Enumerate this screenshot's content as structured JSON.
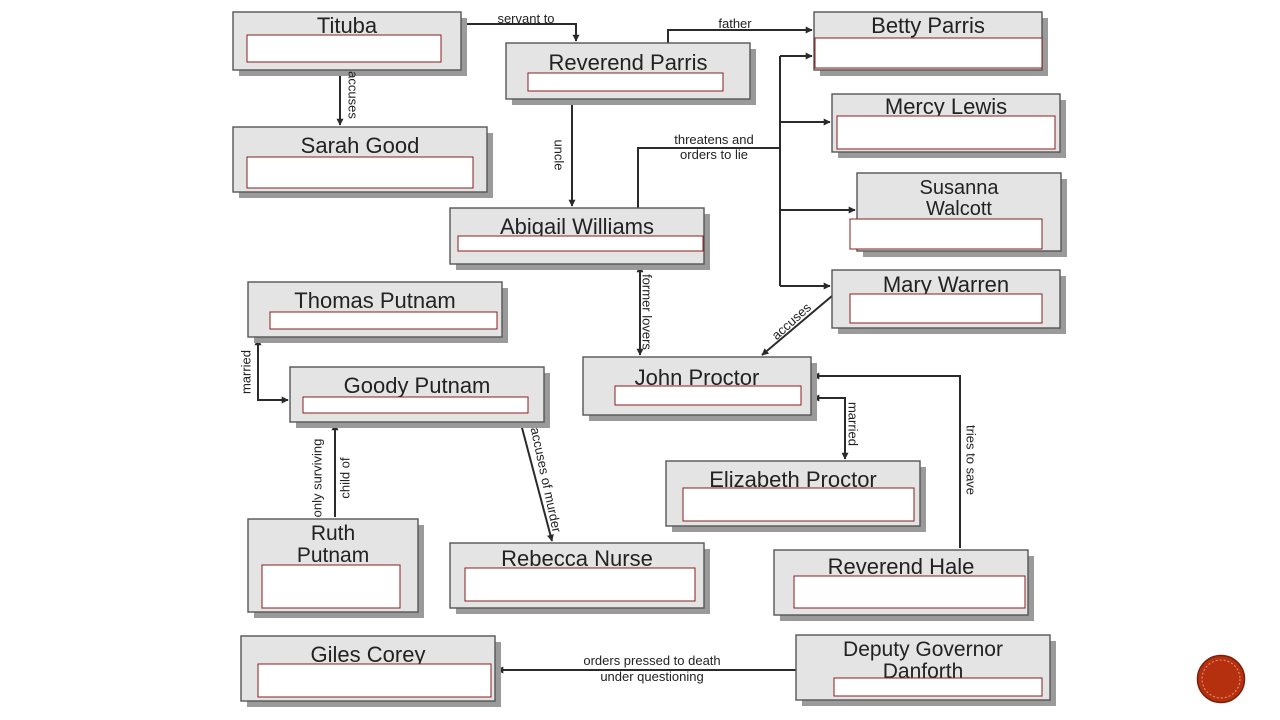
{
  "colors": {
    "node_fill": "#e4e4e4",
    "node_border": "#555555",
    "shadow": "#9a9a9a",
    "answer_box_border": "#8b1e1e",
    "edge": "#2a2a2a",
    "nav_button": "#b5300f"
  },
  "nodes": [
    {
      "id": "tituba",
      "lines": [
        "Tituba"
      ]
    },
    {
      "id": "reverend-parris",
      "lines": [
        "Reverend Parris"
      ]
    },
    {
      "id": "betty-parris",
      "lines": [
        "Betty Parris"
      ]
    },
    {
      "id": "mercy-lewis",
      "lines": [
        "Mercy Lewis"
      ]
    },
    {
      "id": "susanna-walcott",
      "lines": [
        "Susanna",
        "Walcott"
      ]
    },
    {
      "id": "mary-warren",
      "lines": [
        "Mary Warren"
      ]
    },
    {
      "id": "sarah-good",
      "lines": [
        "Sarah Good"
      ]
    },
    {
      "id": "abigail-williams",
      "lines": [
        "Abigail Williams"
      ]
    },
    {
      "id": "thomas-putnam",
      "lines": [
        "Thomas Putnam"
      ]
    },
    {
      "id": "goody-putnam",
      "lines": [
        "Goody Putnam"
      ]
    },
    {
      "id": "john-proctor",
      "lines": [
        "John Proctor"
      ]
    },
    {
      "id": "elizabeth-proctor",
      "lines": [
        "Elizabeth Proctor"
      ]
    },
    {
      "id": "ruth-putnam",
      "lines": [
        "Ruth",
        "Putnam"
      ]
    },
    {
      "id": "rebecca-nurse",
      "lines": [
        "Rebecca Nurse"
      ]
    },
    {
      "id": "reverend-hale",
      "lines": [
        "Reverend Hale"
      ]
    },
    {
      "id": "giles-corey",
      "lines": [
        "Giles Corey"
      ]
    },
    {
      "id": "deputy-governor-danforth",
      "lines": [
        "Deputy Governor",
        "Danforth"
      ]
    }
  ],
  "edges": [
    {
      "id": "tituba-parris",
      "from": "tituba",
      "to": "reverend-parris",
      "label": [
        "servant to"
      ]
    },
    {
      "id": "parris-betty",
      "from": "reverend-parris",
      "to": "betty-parris",
      "label": [
        "father"
      ]
    },
    {
      "id": "tituba-sarah",
      "from": "tituba",
      "to": "sarah-good",
      "label": [
        "accuses"
      ]
    },
    {
      "id": "parris-abigail",
      "from": "reverend-parris",
      "to": "abigail-williams",
      "label": [
        "uncle"
      ]
    },
    {
      "id": "abigail-girls",
      "from": "abigail-williams",
      "to": "betty-parris, mercy-lewis, susanna-walcott, mary-warren",
      "label": [
        "threatens and",
        "orders to lie"
      ]
    },
    {
      "id": "abigail-proctor",
      "from": "abigail-williams",
      "to": "john-proctor",
      "label": [
        "former lovers"
      ]
    },
    {
      "id": "mary-proctor",
      "from": "mary-warren",
      "to": "john-proctor",
      "label": [
        "accuses"
      ]
    },
    {
      "id": "thomas-goody",
      "from": "thomas-putnam",
      "to": "goody-putnam",
      "label": [
        "married"
      ]
    },
    {
      "id": "ruth-goody",
      "from": "ruth-putnam",
      "to": "goody-putnam",
      "label": [
        "only surviving",
        "child of"
      ]
    },
    {
      "id": "goody-rebecca",
      "from": "goody-putnam",
      "to": "rebecca-nurse",
      "label": [
        "accuses of murder"
      ]
    },
    {
      "id": "proctor-elizabeth",
      "from": "john-proctor",
      "to": "elizabeth-proctor",
      "label": [
        "married"
      ]
    },
    {
      "id": "hale-proctor",
      "from": "reverend-hale",
      "to": "john-proctor",
      "label": [
        "tries to save"
      ]
    },
    {
      "id": "danforth-giles",
      "from": "deputy-governor-danforth",
      "to": "giles-corey",
      "label": [
        "orders pressed to death",
        "under questioning"
      ]
    }
  ]
}
